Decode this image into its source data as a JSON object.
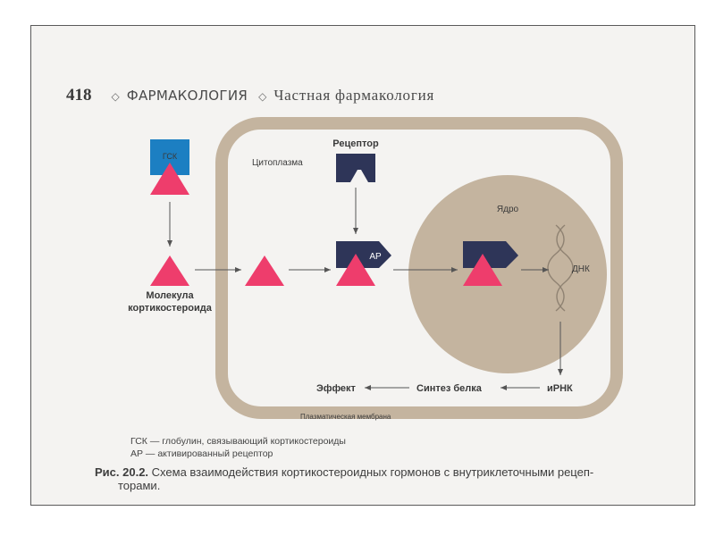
{
  "header": {
    "page_number": "418",
    "section": "ФАРМАКОЛОГИЯ",
    "subsection": "Частная фармакология"
  },
  "diagram": {
    "gsk_box_label": "ГСК",
    "molecule_label_line1": "Молекула",
    "molecule_label_line2": "кортикостероида",
    "cytoplasm_label": "Цитоплазма",
    "receptor_label": "Рецептор",
    "ar_label": "АР",
    "nucleus_label": "Ядро",
    "dna_label": "ДНК",
    "mrna_label": "иРНК",
    "protein_synthesis_label": "Синтез белка",
    "effect_label": "Эффект",
    "membrane_label": "Плазматическая мембрана",
    "colors": {
      "hormone_pink": "#ee3d6c",
      "gsk_blue": "#1c7fc2",
      "receptor_navy": "#2e3558",
      "cell_tan": "#c4b49f",
      "nucleus_tan": "#c4b49f"
    }
  },
  "legend": {
    "line1": "ГСК — глобулин, связывающий кортикостероиды",
    "line2": "АР — активированный рецептор"
  },
  "caption": {
    "figure": "Рис. 20.2.",
    "text_line1": "Схема взаимодействия кортикостероидных гормонов с внутриклеточными рецеп-",
    "text_line2": "торами."
  }
}
